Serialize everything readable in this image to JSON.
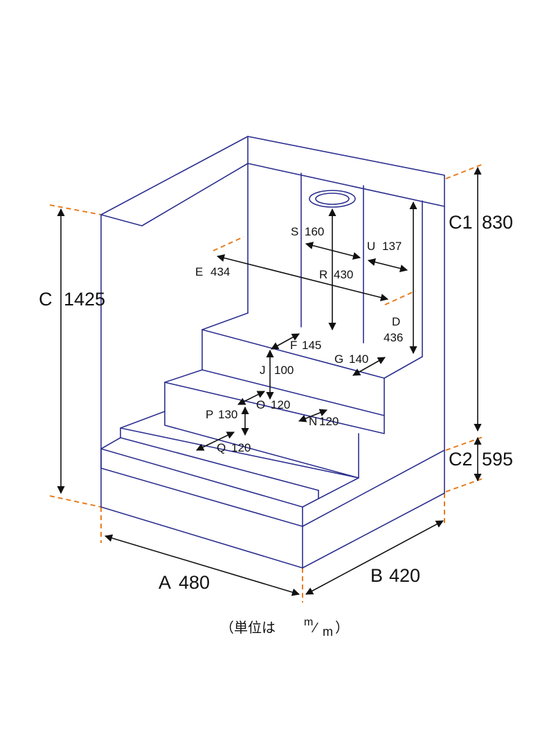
{
  "dimensions": {
    "A": {
      "letter": "A",
      "value": "480"
    },
    "B": {
      "letter": "B",
      "value": "420"
    },
    "C": {
      "letter": "C",
      "value": "1425"
    },
    "C1": {
      "letter": "C1",
      "value": "830"
    },
    "C2": {
      "letter": "C2",
      "value": "595"
    },
    "D": {
      "letter": "D",
      "value": "436"
    },
    "E": {
      "letter": "E",
      "value": "434"
    },
    "F": {
      "letter": "F",
      "value": "145"
    },
    "G": {
      "letter": "G",
      "value": "140"
    },
    "J": {
      "letter": "J",
      "value": "100"
    },
    "N": {
      "letter": "N",
      "value": "120"
    },
    "O": {
      "letter": "O",
      "value": "120"
    },
    "P": {
      "letter": "P",
      "value": "130"
    },
    "Q": {
      "letter": "Q",
      "value": "120"
    },
    "R": {
      "letter": "R",
      "value": "430"
    },
    "S": {
      "letter": "S",
      "value": "160"
    },
    "U": {
      "letter": "U",
      "value": "137"
    }
  },
  "unit_note": {
    "open": "（単位は ",
    "num": "m",
    "slash": "⁄",
    "den": "m",
    "close": "）"
  },
  "colors": {
    "outline": "#2b2f8f",
    "guide": "#e87d1e",
    "dimension": "#111111"
  }
}
